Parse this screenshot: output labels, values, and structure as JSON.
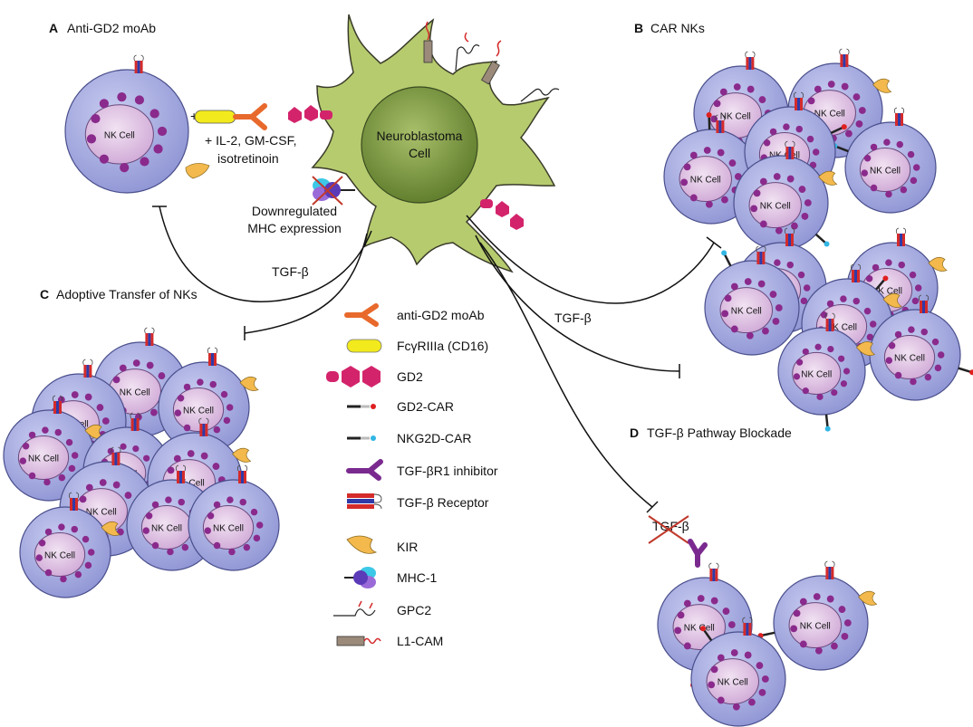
{
  "panels": {
    "a": {
      "letter": "A",
      "title": "Anti-GD2 moAb",
      "cytokines_line1": "+ IL-2, GM-CSF,",
      "cytokines_line2": "isotretinoin",
      "plus": "+"
    },
    "b": {
      "letter": "B",
      "title": "CAR NKs"
    },
    "c": {
      "letter": "C",
      "title": "Adoptive Transfer of NKs"
    },
    "d": {
      "letter": "D",
      "title": "TGF-β Pathway Blockade",
      "crossed_label": "TGF-β"
    }
  },
  "tumor": {
    "label_line1": "Neuroblastoma",
    "label_line2": "Cell",
    "mhc_line1": "Downregulated",
    "mhc_line2": "MHC expression"
  },
  "tgf_labels": [
    "TGF-β",
    "TGF-β"
  ],
  "nk_label": "NK Cell",
  "legend": [
    {
      "label": "anti-GD2 moAb",
      "icon": "antibody-icon"
    },
    {
      "label": "FcγRIIIa (CD16)",
      "icon": "cd16-icon"
    },
    {
      "label": "GD2",
      "icon": "gd2-icon"
    },
    {
      "label": "GD2-CAR",
      "icon": "gd2-car-icon"
    },
    {
      "label": "NKG2D-CAR",
      "icon": "nkg2d-car-icon"
    },
    {
      "label": "TGF-βR1 inhibitor",
      "icon": "tgfbr1-inhibitor-icon"
    },
    {
      "label": "TGF-β Receptor",
      "icon": "tgfb-receptor-icon"
    },
    {
      "label": "KIR",
      "icon": "kir-icon"
    },
    {
      "label": "MHC-1",
      "icon": "mhc1-icon"
    },
    {
      "label": "GPC2",
      "icon": "gpc2-icon"
    },
    {
      "label": "L1-CAM",
      "icon": "l1cam-icon"
    }
  ],
  "colors": {
    "nk_outer": "#9da3dc",
    "nk_inner": "#d9bddd",
    "granule": "#8a2a8c",
    "tumor_body": "#b4c96c",
    "tumor_nucleus": "#6f8c3a",
    "gd2": "#d3246b",
    "antibody": "#e8692c",
    "cd16": "#f2ea1c",
    "kir": "#f3b94d",
    "car_red": "#e02020",
    "car_cyan": "#31b6e4",
    "receptor_red": "#d42b2b",
    "receptor_blue": "#2f3aa8",
    "inhibitor": "#7a2a8f",
    "mhc_purple": "#5b3bb8",
    "mhc_cyan": "#3cc8e6"
  }
}
